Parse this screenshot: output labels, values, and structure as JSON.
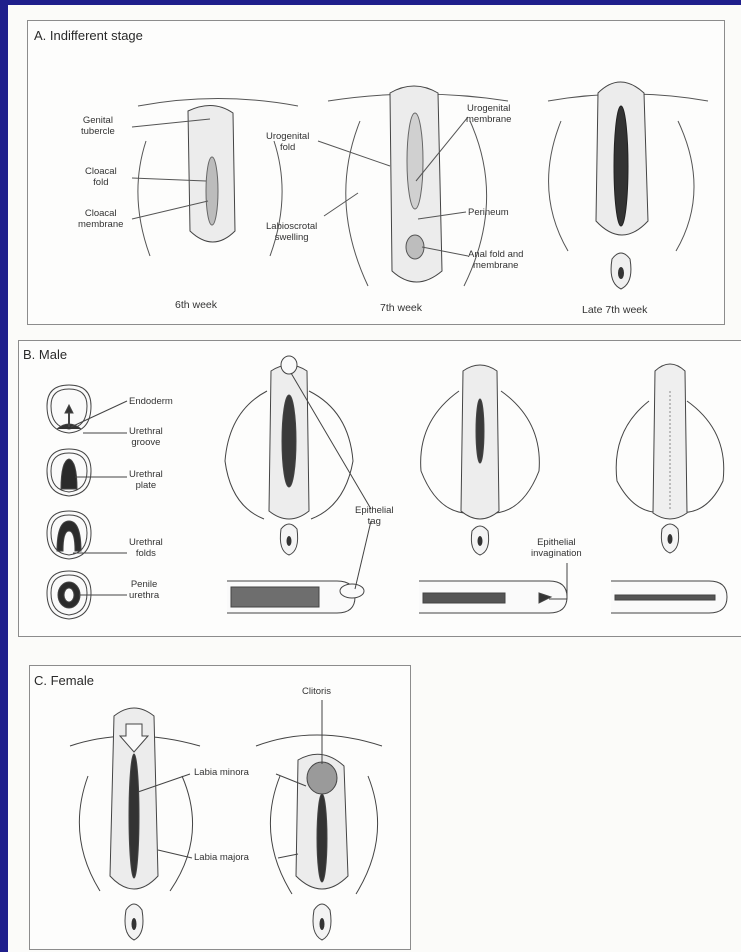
{
  "panels": {
    "a": {
      "title": "A. Indifferent stage",
      "labels": {
        "genital_tubercle": "Genital\ntubercle",
        "cloacal_fold": "Cloacal\nfold",
        "cloacal_membrane": "Cloacal\nmembrane",
        "urogenital_fold": "Urogenital\nfold",
        "labioscrotal_swelling": "Labioscrotal\nswelling",
        "urogenital_membrane": "Urogenital\nmembrane",
        "perineum": "Perineum",
        "anal_fold": "Anal fold and\nmembrane"
      },
      "captions": [
        "6th week",
        "7th week",
        "Late 7th week"
      ]
    },
    "b": {
      "title": "B. Male",
      "labels": {
        "endoderm": "Endoderm",
        "urethral_groove": "Urethral\ngroove",
        "urethral_plate": "Urethral\nplate",
        "urethral_folds": "Urethral\nfolds",
        "penile_urethra": "Penile\nurethra",
        "epithelial_tag": "Epithelial\ntag",
        "epithelial_invagination": "Epithelial\ninvagination"
      }
    },
    "c": {
      "title": "C. Female",
      "labels": {
        "clitoris": "Clitoris",
        "labia_minora": "Labia minora",
        "labia_majora": "Labia majora"
      }
    }
  }
}
